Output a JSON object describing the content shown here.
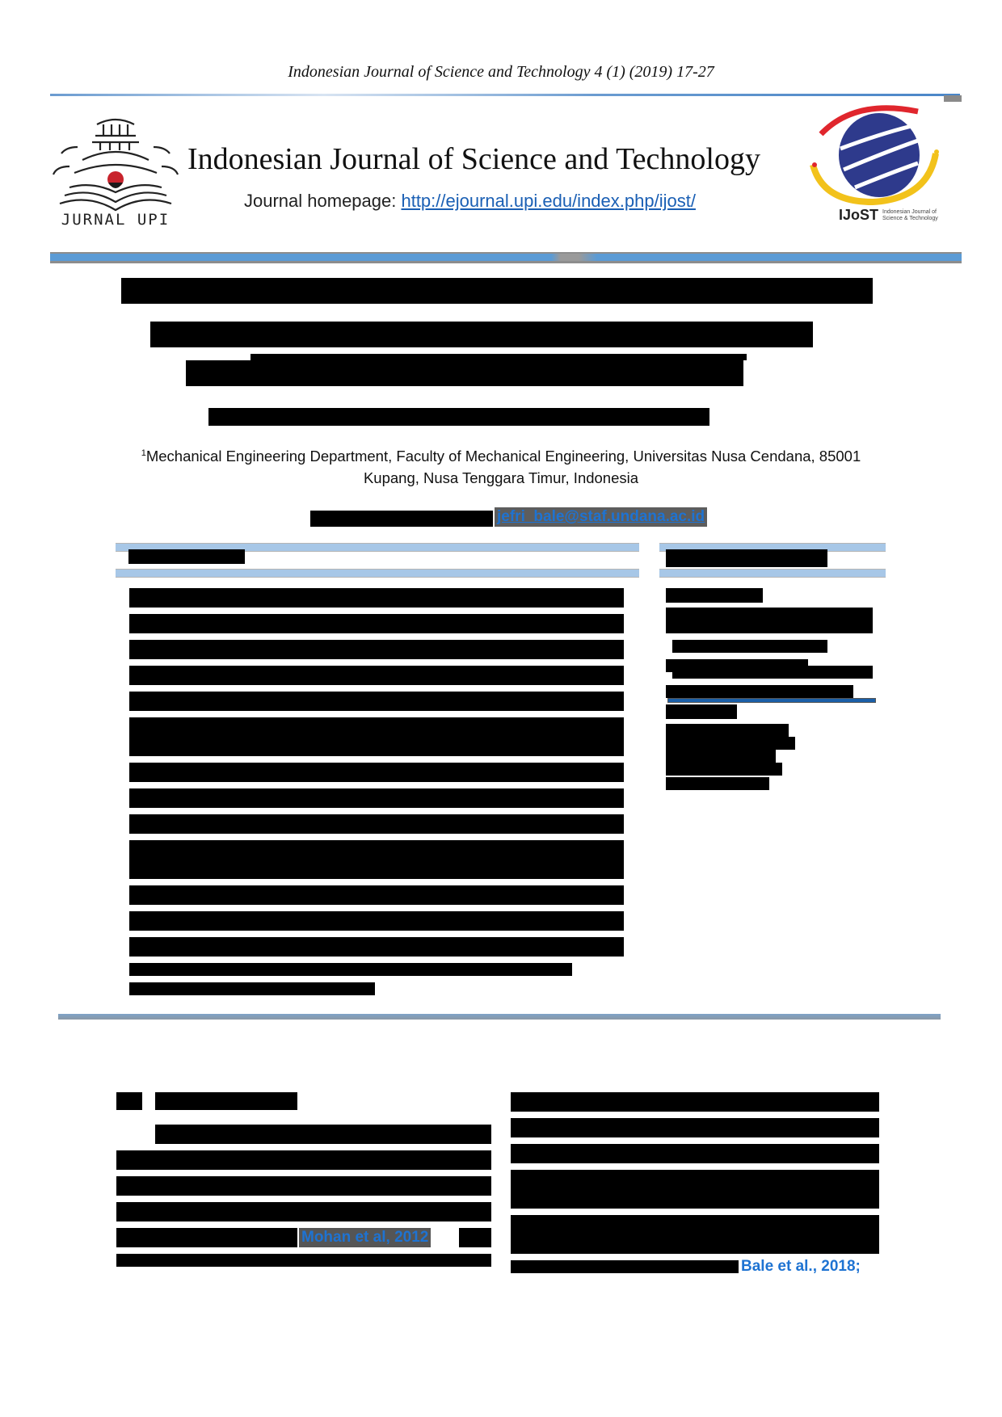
{
  "running_header": "Indonesian Journal of Science and Technology 4 (1) (2019) 17-27",
  "masthead": {
    "left_logo_label": "JURNAL UPI",
    "title": "Indonesian Journal of Science and Technology",
    "homepage_label": "Journal homepage: ",
    "homepage_url": "http://ejournal.upi.edu/index.php/ijost/",
    "right_logo_acronym": "IJoST",
    "right_logo_caption_1": "Indonesian Journal of",
    "right_logo_caption_2": "Science & Technology",
    "colors": {
      "globe": "#2e3a8c",
      "arc_red": "#e0262d",
      "arc_yellow": "#f2c21b",
      "band_blue": "#5b9bd5",
      "link_blue": "#1a5fb4"
    }
  },
  "article": {
    "title": "[redacted]",
    "authors": "[redacted]",
    "affiliation_marker": "1",
    "affiliation_line_1": "Mechanical Engineering Department, Faculty of Mechanical Engineering, Universitas Nusa Cendana, 85001",
    "affiliation_line_2": "Kupang, Nusa Tenggara Timur, Indonesia",
    "correspondence_label": "[redacted]",
    "email": "jefri_bale@staf.undana.ac.id"
  },
  "abstract_section": {
    "heading": "[redacted]",
    "body": "[redacted]"
  },
  "article_info_section": {
    "heading": "[redacted]",
    "body": "[redacted]"
  },
  "introduction": {
    "heading": "[redacted]",
    "left_column_citation": "Mohan et al, 2012",
    "right_column_citation": "Bale et al., 2018;"
  }
}
